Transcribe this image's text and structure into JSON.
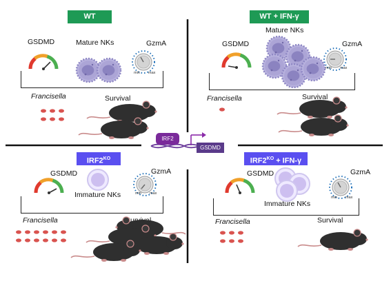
{
  "panels": {
    "wt": {
      "title": "WT",
      "gsdmd_label": "GSDMD",
      "nk_label": "Mature NKs",
      "gzma_label": "GzmA",
      "francisella_label": "Francisella",
      "survival_label": "Survival",
      "dial_min": "min",
      "dial_max": "max"
    },
    "wt_ifn": {
      "title": "WT + IFN-γ",
      "gsdmd_label": "GSDMD",
      "nk_label": "Mature NKs",
      "gzma_label": "GzmA",
      "francisella_label": "Francisella",
      "survival_label": "Survival",
      "dial_min": "min",
      "dial_max": "max"
    },
    "irf2ko": {
      "title_main": "IRF2",
      "title_sup": "KO",
      "gsdmd_label": "GSDMD",
      "nk_label": "Immature NKs",
      "gzma_label": "GzmA",
      "francisella_label": "Francisella",
      "survival_label": "Survival",
      "dial_min": "min",
      "dial_max": "max"
    },
    "irf2ko_ifn": {
      "title_main": "IRF2",
      "title_sup": "KO",
      "title_suffix": " + IFN-γ",
      "gsdmd_label": "GSDMD",
      "nk_label": "Immature NKs",
      "gzma_label": "GzmA",
      "francisella_label": "Francisella",
      "survival_label": "Survival",
      "dial_min": "min",
      "dial_max": "max"
    }
  },
  "center": {
    "irf2_label": "IRF2",
    "gsdmd_label": "GSDMD"
  },
  "colors": {
    "green_badge": "#1e9a55",
    "blue_badge": "#5a4ff0",
    "bacteria": "#d9534f",
    "mouse": "#2f2f2f",
    "nk_mature": "#a9a3d4",
    "nk_immature": "#cfc6ef",
    "irf2_box": "#7a2a9a",
    "gsdmd_box": "#5a3a8a"
  }
}
